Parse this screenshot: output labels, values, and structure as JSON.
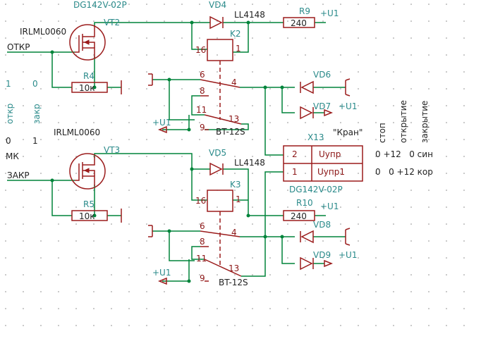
{
  "labels": {
    "vt2_type": "DG142V-02P",
    "vt2": "VT2",
    "mos1": "IRLML0060",
    "otkr": "ОТКР",
    "r4": "R4",
    "r4_val": "10к",
    "vd4": "VD4",
    "ll1": "LL4148",
    "r9": "R9",
    "r9_val": "240",
    "u1_r9": "+U1",
    "k2": "K2",
    "k2_p16": "16",
    "k2_p1": "1",
    "k2_p6": "6",
    "k2_p4": "4",
    "k2_p8": "8",
    "k2_p11": "11",
    "k2_p13": "13",
    "k2_p9": "9",
    "bt1": "BT-12S",
    "u1_k2": "+U1",
    "vd6": "VD6",
    "vd7": "VD7",
    "u1_vd7": "+U1",
    "one": "1",
    "zero": "0",
    "otkr_v": "откр",
    "zakr_v": "закр",
    "zero2": "0",
    "one2": "1",
    "mk": "МК",
    "mos2": "IRLML0060",
    "vt3": "VT3",
    "zakr": "ЗАКР",
    "r5": "R5",
    "r5_val": "10к",
    "vd5": "VD5",
    "ll2": "LL4148",
    "k3": "K3",
    "k3_p16": "16",
    "k3_p1": "1",
    "r10": "R10",
    "r10_val": "240",
    "u1_r10": "+U1",
    "k3_p6": "6",
    "k3_p4": "4",
    "k3_p8": "8",
    "k3_p11": "11",
    "k3_p13": "13",
    "k3_p9": "9",
    "bt2": "BT-12S",
    "u1_k3": "+U1",
    "vd8": "VD8",
    "vd9": "VD9",
    "u1_vd9": "+U1",
    "x13": "X13",
    "kran": "\"Кран\"",
    "x13_p2": "2",
    "x13_p1": "1",
    "uupr": "Uупр",
    "uupr1": "Uупр1",
    "x13_type": "DG142V-02P",
    "stop": "стоп",
    "otkrytie": "открытие",
    "zakrytie": "закрытие",
    "row1": "0 +12   0 син",
    "row2": "0   0 +12 кор"
  }
}
